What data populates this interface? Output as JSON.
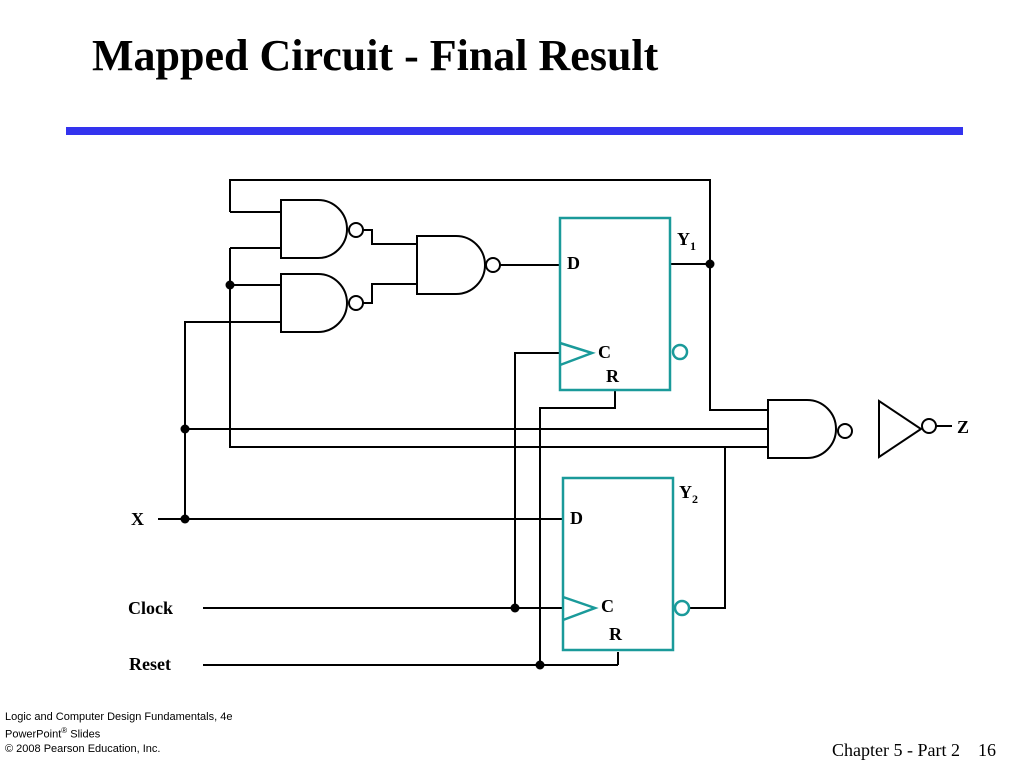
{
  "slide": {
    "title": "Mapped Circuit - Final Result",
    "accent_color": "#3333ee"
  },
  "circuit": {
    "flipflop_color": "#1a9a9a",
    "ff1": {
      "output_label": "Y",
      "output_sub": "1",
      "d_label": "D",
      "c_label": "C",
      "r_label": "R"
    },
    "ff2": {
      "output_label": "Y",
      "output_sub": "2",
      "d_label": "D",
      "c_label": "C",
      "r_label": "R"
    },
    "inputs": {
      "x": "X",
      "clock": "Clock",
      "reset": "Reset"
    },
    "output": {
      "z": "Z"
    }
  },
  "footer": {
    "book_line": "Logic and Computer Design Fundamentals, 4e",
    "slides_line_main": "PowerPoint",
    "slides_line_sup": "®",
    "slides_line_rest": " Slides",
    "copyright_line": "© 2008 Pearson Education, Inc.",
    "chapter": "Chapter 5 - Part 2",
    "page": "16"
  }
}
